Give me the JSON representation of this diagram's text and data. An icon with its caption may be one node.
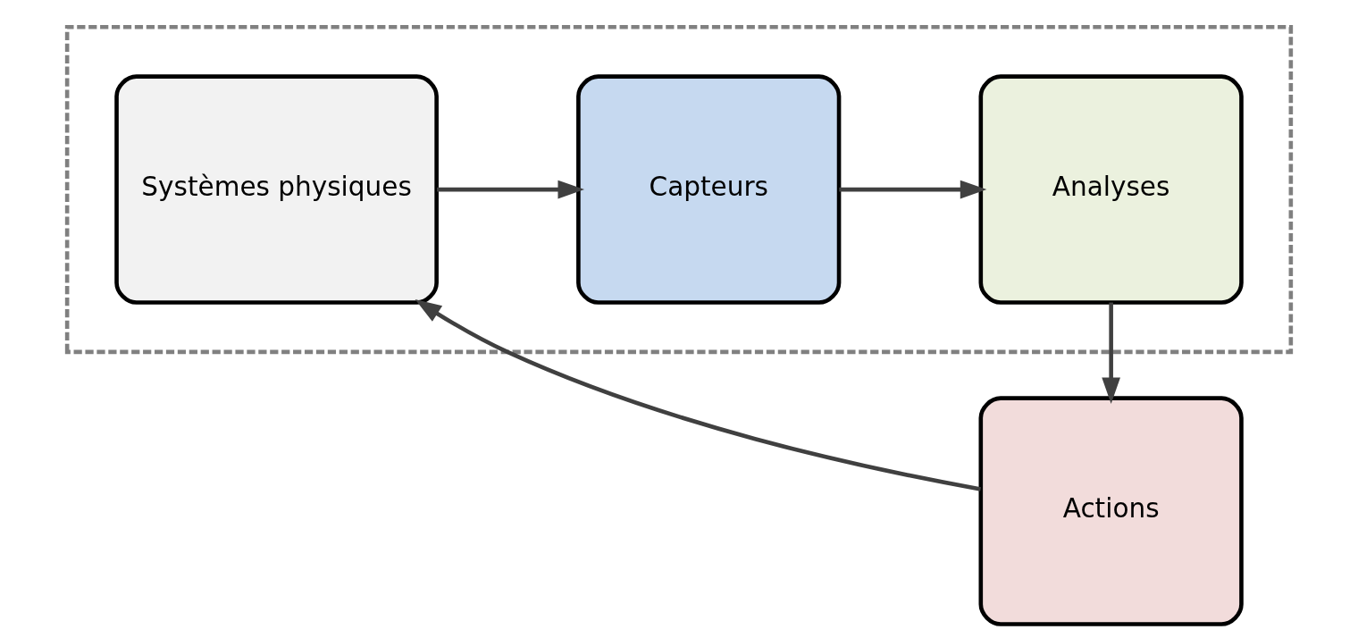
{
  "diagram": {
    "nodes": [
      {
        "text": [],
        "shape": "box"
      },
      {
        "text": [
          "Systèmes physiques"
        ],
        "in": 0
      },
      {
        "text": [
          "Capteurs"
        ],
        "in": 0
      },
      {
        "text": [
          "Analyses"
        ],
        "in": 0
      },
      {
        "text": [
          "Actions"
        ]
      }
    ],
    "edges": [
      {
        "from": 1,
        "to": 2,
        "arrow": "to"
      },
      {
        "from": 2,
        "to": 3,
        "arrow": "to"
      },
      {
        "from": 3,
        "to": 4,
        "arrow": "to"
      },
      {
        "from": 4,
        "to": 1,
        "arrow": "to"
      }
    ]
  }
}
